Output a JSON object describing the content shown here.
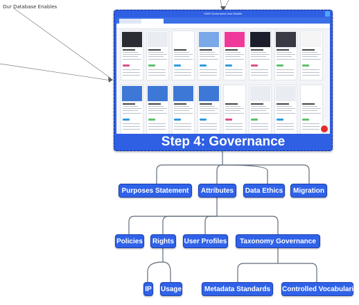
{
  "annotation": {
    "text": "Our Database Enables"
  },
  "card": {
    "window_title": "DAM Governance User Builder",
    "title": "Step 4: Governance",
    "accent": "#2f5fe3",
    "thumbnails": [
      {
        "title": "What is it?",
        "image": "#2c2c34",
        "tag": "#e04f8b"
      },
      {
        "title": "Brand Library Attributes",
        "image": "#e9ecf2",
        "tag": "#5bc26b"
      },
      {
        "title": "Why does the DAM matter?",
        "image": "#ffffff",
        "tag": "#2f9ae0"
      },
      {
        "title": "Purpose Statement",
        "image": "#7aa9e8",
        "tag": "#2f9ae0"
      },
      {
        "title": "Data Ethics Chart",
        "image": "#f03a9b",
        "tag": "#2f9ae0"
      },
      {
        "title": "Governance Responsibilities",
        "image": "#1c1f2b",
        "tag": "#e04f8b"
      },
      {
        "title": "Media Rights Management",
        "image": "#3a3a44",
        "tag": "#5bc26b"
      },
      {
        "title": "Rights Management",
        "image": "#f5f5f5",
        "tag": "#5bc26b"
      },
      {
        "title": "Data Platform Attributes",
        "image": "#3e78d6",
        "tag": "#2f9ae0"
      },
      {
        "title": "The Naming Convention",
        "image": "#3e78d6",
        "tag": "#5bc26b"
      },
      {
        "title": "Roles & Permissions",
        "image": "#3e78d6",
        "tag": "#2f9ae0"
      },
      {
        "title": "Metadata Governance",
        "image": "#3e78d6",
        "tag": "#2f9ae0"
      },
      {
        "title": "Taxonomy Governance",
        "image": "#ffffff",
        "tag": "#e04f8b"
      },
      {
        "title": "Glossary",
        "image": "#e9ecf2",
        "tag": "#5bc26b"
      },
      {
        "title": "Controlled Vocabularies",
        "image": "#e9ecf2",
        "tag": "#2f9ae0"
      },
      {
        "title": "Migration",
        "image": "#ffffff",
        "tag": "#5bc26b"
      }
    ]
  },
  "nodes": {
    "purposes": "Purposes Statement",
    "attributes": "Attributes",
    "data_ethics": "Data Ethics",
    "migration": "Migration",
    "policies": "Policies",
    "rights": "Rights",
    "user_profiles": "User Profiles",
    "taxonomy": "Taxonomy Governance",
    "ip": "IP",
    "usage": "Usage",
    "metadata_standards": "Metadata Standards",
    "controlled_vocabularies": "Controlled Vocabularies"
  },
  "colors": {
    "node_fill": "#2f62e8",
    "connector": "#5f6b7a"
  }
}
